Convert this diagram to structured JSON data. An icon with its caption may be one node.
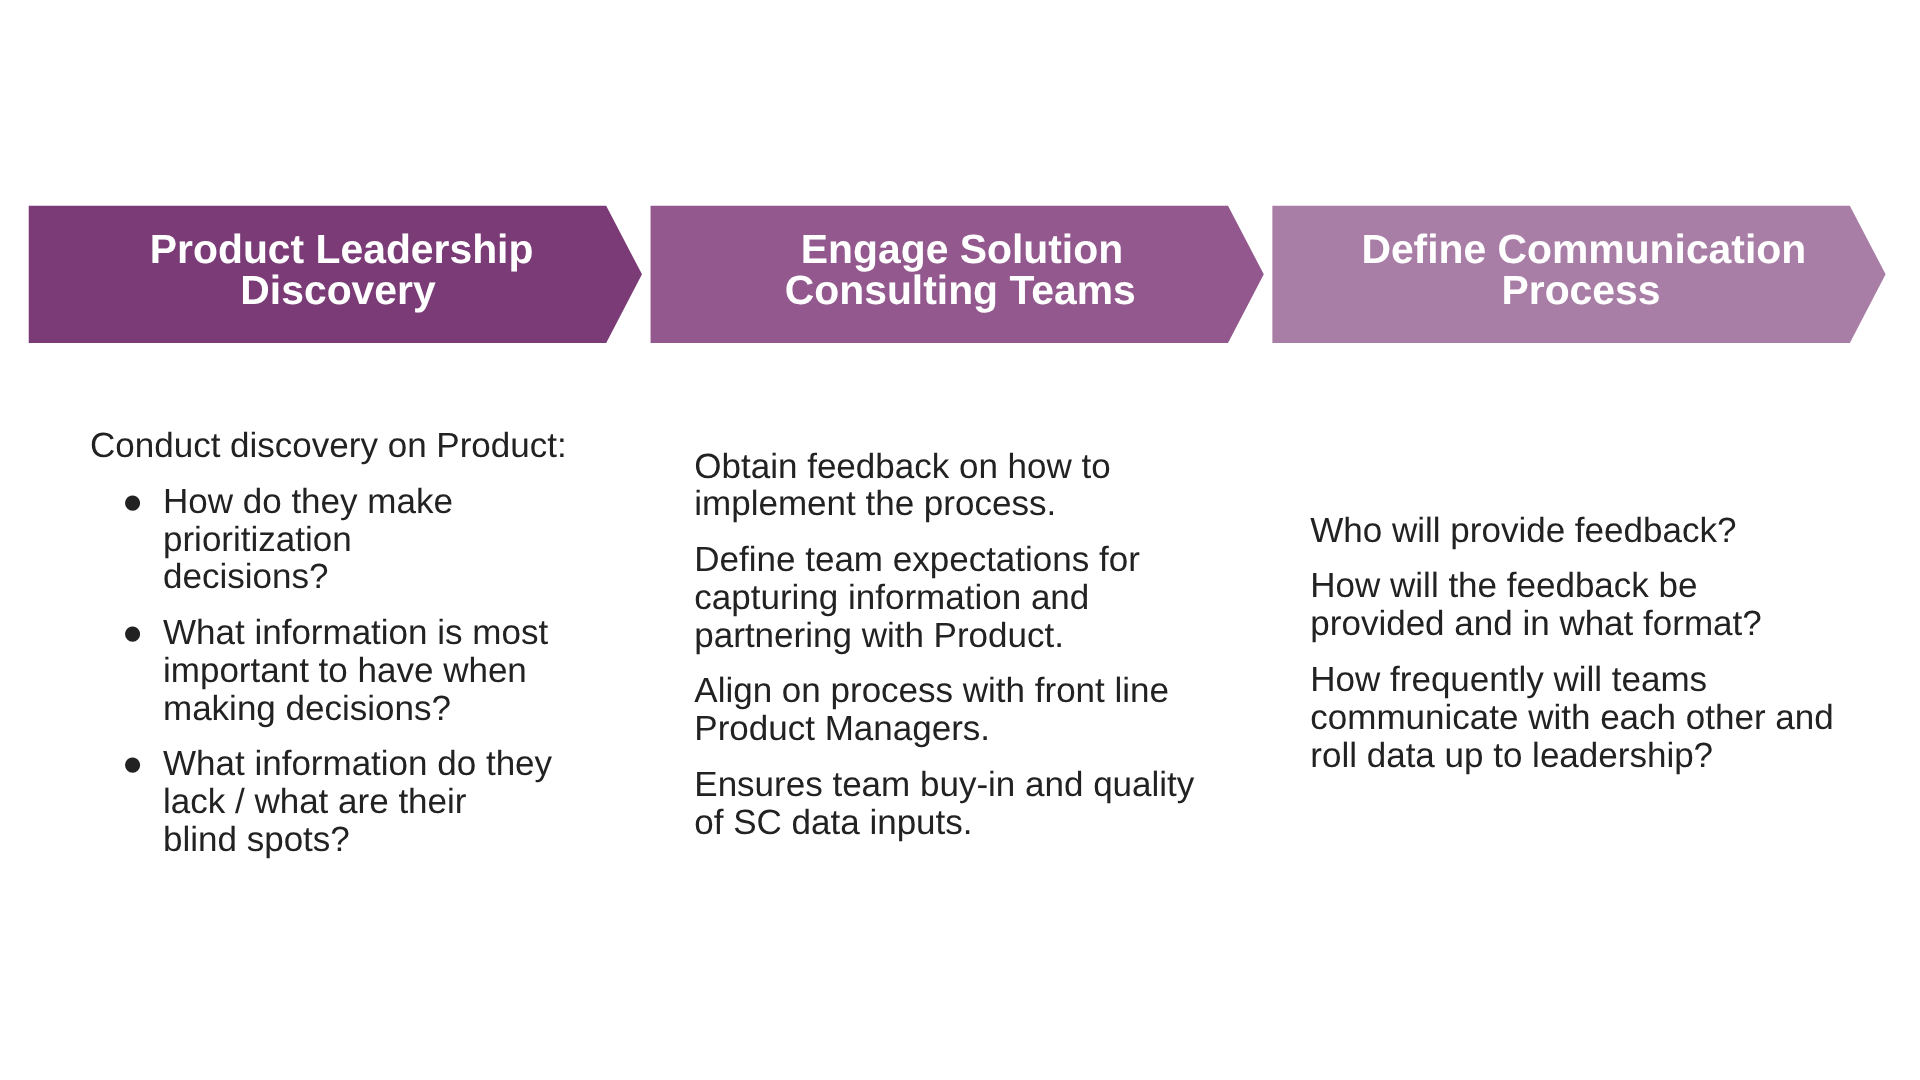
{
  "diagram": {
    "nodes": [
      {
        "text": [
          "Product Leadership Discovery"
        ],
        "beside": [
          "Conduct discovery on Product:",
          "How do they make prioritization decisions?",
          "What information is most important to have when making decisions?",
          "What information do they lack / what are their blind spots?"
        ]
      },
      {
        "text": [
          "Engage Solution Consulting Teams"
        ],
        "beside": [
          "Obtain feedback on how to implement the process.",
          "Define team expectations for capturing information and partnering with Product.",
          "Align on process with front line Product Managers.",
          "Ensures team buy-in and quality of SC data inputs."
        ]
      },
      {
        "text": [
          "Define Communication Process"
        ],
        "beside": [
          "Who will provide feedback?",
          "How will the feedback be provided and in what format?",
          "How frequently will teams communicate with each other and roll data up to leadership?"
        ]
      }
    ],
    "edges": [],
    "labels": [
      "●",
      "●",
      "●"
    ]
  }
}
